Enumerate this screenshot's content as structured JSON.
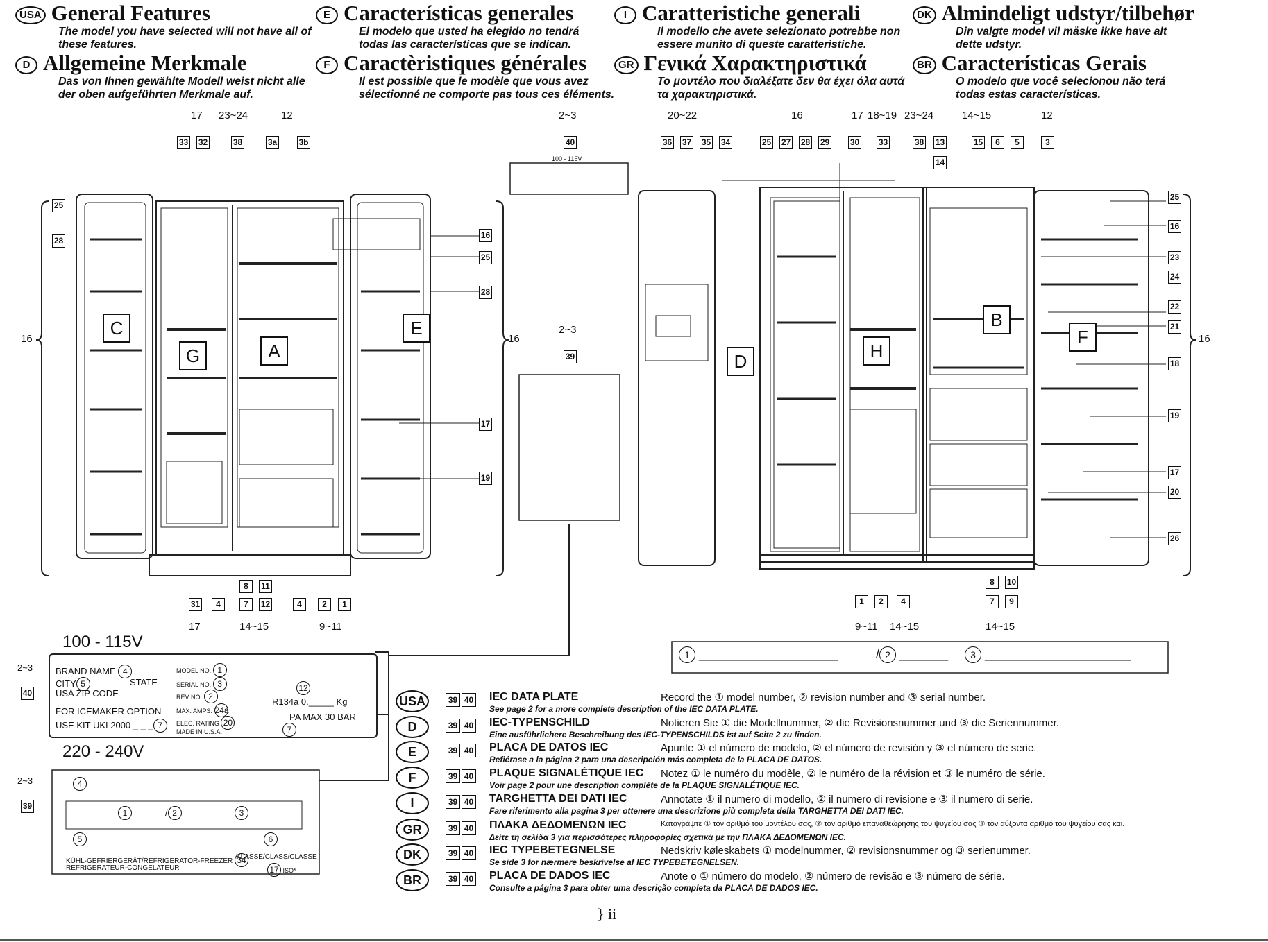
{
  "headers": [
    {
      "code": "USA",
      "title": "General Features",
      "sub": "The model you have selected will not have all of these features."
    },
    {
      "code": "E",
      "title": "Características generales",
      "sub": "El modelo que usted ha elegido no tendrá todas las características que se indican."
    },
    {
      "code": "I",
      "title": "Caratteristiche generali",
      "sub": "Il modello che avete selezionato potrebbe non essere munito di queste caratteristiche."
    },
    {
      "code": "DK",
      "title": "Almindeligt udstyr/tilbehør",
      "sub": "Din valgte model vil måske ikke have alt dette udstyr."
    },
    {
      "code": "D",
      "title": "Allgemeine Merkmale",
      "sub": "Das von Ihnen gewählte Modell weist nicht alle der oben aufgeführten Merkmale auf."
    },
    {
      "code": "F",
      "title": "Caractèristiques générales",
      "sub": "Il est possible que le modèle que vous avez sélectionné ne comporte pas tous ces éléments."
    },
    {
      "code": "GR",
      "title": "Γενικά Χαρακτηριστικά",
      "sub": "Το μοντέλο που διαλέξατε δεν θα έχει όλα αυτά τα χαρακτηριστικά."
    },
    {
      "code": "BR",
      "title": "Características Gerais",
      "sub": "O modelo que você selecionou não terá todas estas características."
    }
  ],
  "left_fridge": {
    "top_groups": [
      "17",
      "23~24",
      "12"
    ],
    "top_boxes": [
      "33",
      "32",
      "38",
      "3a",
      "3b"
    ],
    "side_label": "16",
    "zones": [
      "C",
      "G",
      "A",
      "E"
    ],
    "callouts_right": [
      "16",
      "25",
      "28",
      "17",
      "19"
    ],
    "callouts_left": [
      "25",
      "28"
    ],
    "bottom_boxes_row1": [
      "8",
      "11"
    ],
    "bottom_boxes_row2": [
      "31",
      "4",
      "7",
      "12",
      "4",
      "2",
      "1"
    ],
    "bottom_groups": [
      "17",
      "14~15",
      "9~11"
    ]
  },
  "center": {
    "plate_top_label": "2~3",
    "plate_top_box": "40",
    "plate_top_voltage": "100 - 115V",
    "plate_mid_label": "2~3",
    "plate_mid_box": "39",
    "side_label": "16"
  },
  "right_fridge": {
    "top_groups": [
      "20~22",
      "16",
      "17",
      "18~19",
      "23~24",
      "14~15",
      "12"
    ],
    "top_boxes": [
      "36",
      "37",
      "35",
      "34",
      "25",
      "27",
      "28",
      "29",
      "30",
      "33",
      "38",
      "13",
      "15",
      "6",
      "5",
      "3"
    ],
    "box_14": "14",
    "zones": [
      "D",
      "H",
      "B",
      "F"
    ],
    "callouts_right": [
      "25",
      "16",
      "23",
      "24",
      "22",
      "21",
      "18",
      "19",
      "17",
      "20",
      "26"
    ],
    "side_label": "16",
    "bottom_boxes_row1": [
      "8",
      "10"
    ],
    "bottom_boxes_row2": [
      "1",
      "2",
      "4",
      "7",
      "9"
    ],
    "bottom_groups": [
      "9~11",
      "14~15",
      "14~15"
    ]
  },
  "plate_115": {
    "voltage": "100 - 115V",
    "ref": "2~3",
    "box": "40",
    "brand": "BRAND NAME",
    "city": "CITY",
    "state": "STATE",
    "usa": "USA",
    "zip": "ZIP CODE",
    "icemaker": "FOR ICEMAKER OPTION",
    "kit": "USE KIT UKI 2000 _ _ _",
    "model_no": "MODEL NO.",
    "serial_no": "SERIAL NO.",
    "rev_no": "REV NO.",
    "max_amps": "MAX. AMPS.",
    "elec_rating": "ELEC. RATING",
    "made": "MADE IN U.S.A.",
    "refrigerant": "R134a 0._____ Kg",
    "pa_max": "PA MAX 30 BAR"
  },
  "plate_240": {
    "voltage": "220 - 240V",
    "ref": "2~3",
    "box": "39",
    "slash": "/",
    "bottom_left": "KÜHL-GEFRIERGERÄT/REFRIGERATOR-FREEZER",
    "bottom_left2": "REFRIGERATEUR-CONGELATEUR",
    "bottom_right": "KLASSE/CLASS/CLASSE",
    "iso": "ISO*"
  },
  "record_bar": {
    "slash": "/"
  },
  "languages": [
    {
      "code": "USA",
      "label": "IEC DATA PLATE",
      "text": "Record the ① model number, ② revision number and ③ serial number.",
      "note": "See page 2 for a more complete description of the IEC DATA PLATE."
    },
    {
      "code": "D",
      "label": "IEC-TYPENSCHILD",
      "text": "Notieren Sie ① die Modellnummer, ② die Revisionsnummer und ③ die Seriennummer.",
      "note": "Eine ausführlichere Beschreibung des IEC-TYPENSCHILDS ist auf Seite 2 zu finden."
    },
    {
      "code": "E",
      "label": "PLACA DE DATOS IEC",
      "text": "Apunte ① el número de modelo, ② el número de revisión y ③ el número de serie.",
      "note": "Refiérase a la página 2 para una descripción más completa de la PLACA DE DATOS."
    },
    {
      "code": "F",
      "label": "PLAQUE SIGNALÉTIQUE IEC",
      "text": "Notez ① le numéro du modèle, ② le numéro de la révision et ③ le numéro de série.",
      "note": "Voir page 2 pour une description complète de la PLAQUE SIGNALÉTIQUE IEC."
    },
    {
      "code": "I",
      "label": "TARGHETTA DEI DATI IEC",
      "text": "Annotate ① il numero di modello, ② il numero di revisione e ③ il numero di serie.",
      "note": "Fare riferimento alla pagina 3 per ottenere una descrizione più completa della TARGHETTA DEI DATI IEC."
    },
    {
      "code": "GR",
      "label": "ΠΛΑΚΑ ΔΕΔΟΜΕΝΩΝ IEC",
      "text": "Καταγράψτε ① τον αριθμό του μοντέλου σας, ② τον αριθμό επαναθεώρησης του ψυγείου σας ③ τον αύξοντα αριθμό του ψυγείου σας και.",
      "note": "Δείτε τη σελίδα 3 για περισσότερες πληροφορίες σχετικά με την ΠΛΑΚΑ ΔΕΔΟΜΕΝΩΝ IEC."
    },
    {
      "code": "DK",
      "label": "IEC TYPEBETEGNELSE",
      "text": "Nedskriv køleskabets ① modelnummer, ② revisionsnummer og ③ serienummer.",
      "note": "Se side 3 for nærmere beskrivelse af IEC TYPEBETEGNELSEN."
    },
    {
      "code": "BR",
      "label": "PLACA DE DADOS IEC",
      "text": "Anote o ① número do modelo, ② número de revisão e ③ número de série.",
      "note": "Consulte a página 3 para obter uma descrição completa da PLACA DE DADOS IEC."
    }
  ],
  "lang_boxes": [
    "39",
    "40"
  ],
  "page_number": "} ii"
}
